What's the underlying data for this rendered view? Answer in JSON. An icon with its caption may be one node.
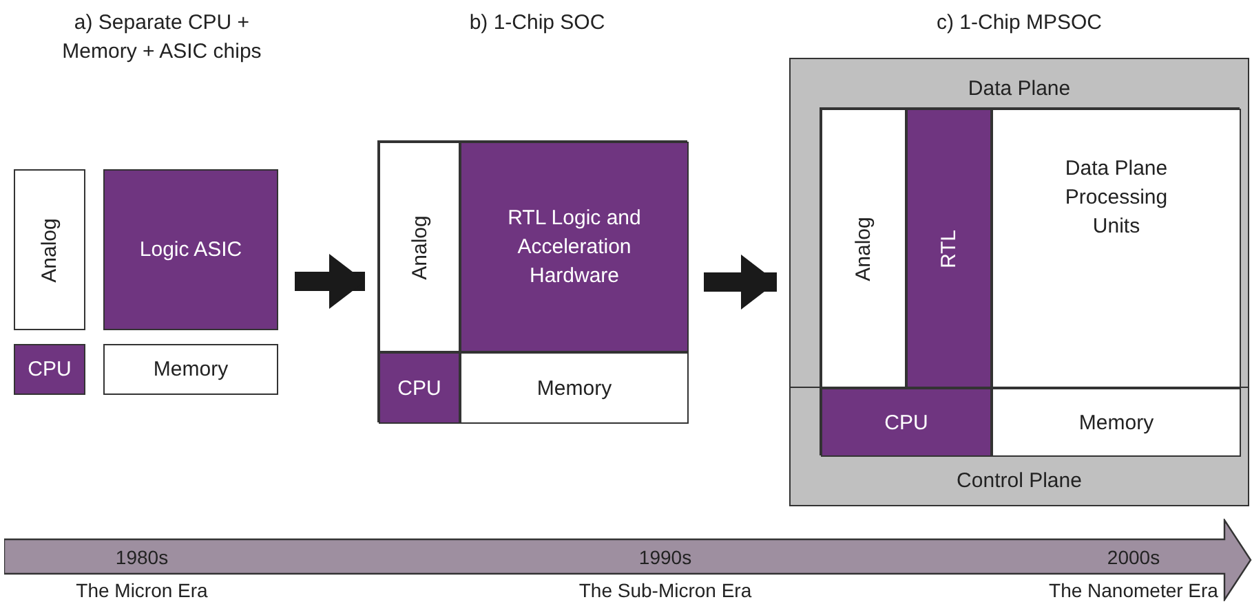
{
  "diagram": {
    "nodes": [
      {
        "text": [
          "Analog"
        ]
      },
      {
        "text": [
          "Logic ASIC"
        ]
      },
      {
        "text": [
          "CPU"
        ]
      },
      {
        "text": [
          "Memory"
        ]
      },
      {
        "text": [],
        "shape": "box"
      },
      {
        "text": [
          "Analog"
        ],
        "in": 4
      },
      {
        "text": [
          "RTL Logic and Acceleration Hardware"
        ],
        "in": 4
      },
      {
        "text": [
          "CPU"
        ],
        "in": 4
      },
      {
        "text": [
          "Memory"
        ],
        "in": 4
      },
      {
        "text": [
          "Data Plane",
          "Control Plane"
        ]
      },
      {
        "text": [],
        "shape": "box",
        "in": 9
      },
      {
        "text": [
          "Analog"
        ],
        "in": 10
      },
      {
        "text": [
          "RTL"
        ],
        "in": 10
      },
      {
        "text": [
          "Data Plane Processing Units"
        ],
        "in": 10
      },
      {
        "text": [
          "CPU"
        ],
        "in": 10
      },
      {
        "text": [
          "Memory"
        ],
        "in": 10
      },
      {
        "text": [
          "1980s",
          "1990s",
          "2000s"
        ],
        "beside": [
          "The Micron Era",
          "The Sub-Micron Era",
          "The Nanometer Era"
        ]
      }
    ],
    "edges": [
      {
        "from": 1,
        "to": 4,
        "arrow": "to"
      },
      {
        "from": 4,
        "to": 9,
        "arrow": "to"
      }
    ],
    "labels": [
      "a) Separate CPU + Memory + ASIC chips",
      "b) 1-Chip SOC",
      "c) 1-Chip MPSOC"
    ]
  }
}
